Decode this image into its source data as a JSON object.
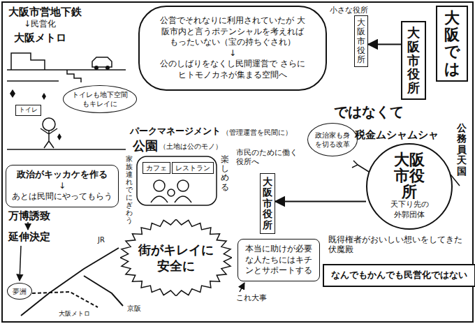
{
  "diagram": {
    "title": "大阪では",
    "nodes": [
      {
        "text": [
          "小さな役所",
          "大阪市役所"
        ]
      },
      {
        "text": [
          "大阪市役所"
        ]
      },
      {
        "text": [
          "公営でそれなりに利用されていたが 大阪市内と言うポテンシャルを考えれば もったいない（宝の持ちぐされ）",
          "↓",
          "公のしばりをなくし民間運営で さらにヒトモノカネが集まる空間へ"
        ]
      },
      {
        "text": [
          "トイレも地下空間もキレイに"
        ]
      },
      {
        "text": [
          "トイレ"
        ]
      },
      {
        "text": [
          "カフェ"
        ]
      },
      {
        "text": [
          "レストラン"
        ]
      },
      {
        "text": [
          "政治がキッカケを作る",
          "↓",
          "あとは民間にやってもらう"
        ]
      },
      {
        "text": [
          "街がキレイに 安全に"
        ]
      },
      {
        "text": [
          "夢洲"
        ]
      },
      {
        "text": [
          "政治家も身を切る改革"
        ]
      },
      {
        "text": [
          "大阪市役所",
          "天下り先の外郭団体"
        ]
      },
      {
        "text": [
          "大阪市役所"
        ]
      },
      {
        "text": [
          "本当に助けが必要な人たちにはキチンとサポートする"
        ]
      },
      {
        "text": [
          "なんでもかんでも民営化ではない"
        ]
      }
    ],
    "edges": [
      {
        "from": 1,
        "to": 0,
        "arrow": "to"
      },
      {
        "from": 11,
        "to": 12,
        "arrow": "to"
      }
    ],
    "labels": [
      "大阪市営地下鉄",
      "↓民営化",
      "大阪メトロ",
      "ではなくて",
      "パークマネージメント",
      "（管理運営を民間に）",
      "公園",
      "（土地は公のモノ）",
      "家族連れでにぎわう",
      "楽しめる",
      "万博誘致",
      "延伸決定",
      "JR",
      "大阪メトロ",
      "京阪",
      "市民のために働く役所へ",
      "税金ムシャムシャ",
      "公務員天国",
      "既得権者がおいしい想いをしてきた伏魔殿",
      "これ大事"
    ]
  }
}
